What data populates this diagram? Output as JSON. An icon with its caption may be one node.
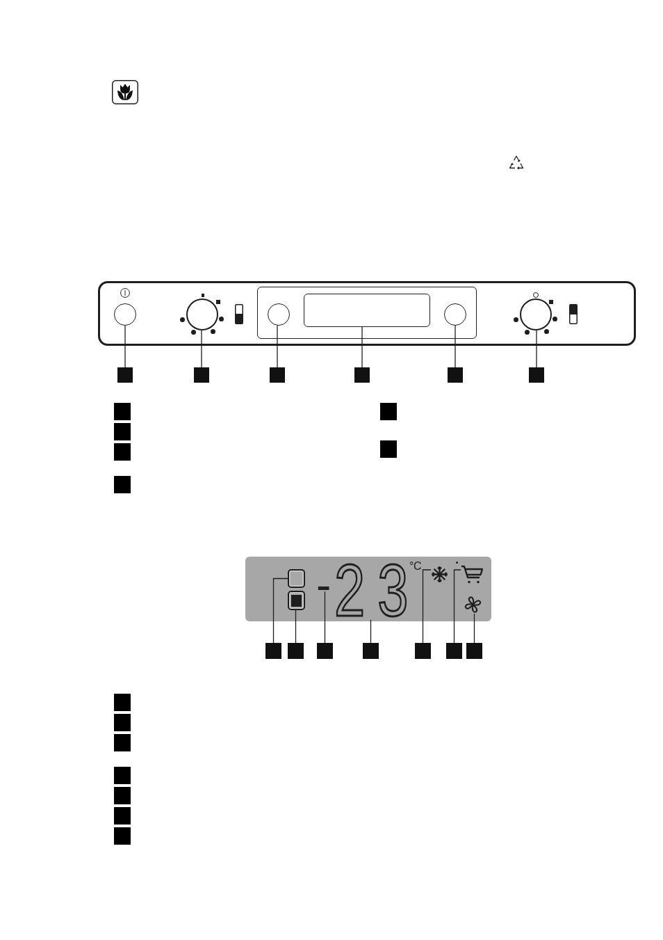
{
  "diagram": {
    "nodes": [
      {
        "text": [],
        "shape": "box"
      },
      {
        "text": [],
        "shape": "circle",
        "in": 0
      },
      {
        "text": [],
        "shape": "circle",
        "in": 0
      },
      {
        "text": [],
        "shape": "box",
        "in": 0
      },
      {
        "text": [],
        "shape": "circle",
        "in": 3
      },
      {
        "text": [],
        "shape": "box",
        "in": 3
      },
      {
        "text": [],
        "shape": "circle",
        "in": 3
      },
      {
        "text": [],
        "shape": "circle",
        "in": 0
      },
      {
        "text": [],
        "shape": "box"
      },
      {
        "text": [],
        "shape": "box"
      },
      {
        "text": [],
        "shape": "box"
      },
      {
        "text": [],
        "shape": "box"
      },
      {
        "text": [],
        "shape": "box"
      },
      {
        "text": [],
        "shape": "box"
      },
      {
        "text": [],
        "shape": "box"
      },
      {
        "text": [],
        "shape": "box"
      },
      {
        "text": [],
        "shape": "box"
      },
      {
        "text": [],
        "shape": "box"
      },
      {
        "text": [],
        "shape": "box"
      },
      {
        "text": [],
        "shape": "box"
      },
      {
        "text": [],
        "shape": "box"
      },
      {
        "text": [],
        "shape": "box",
        "in": 20
      },
      {
        "text": [],
        "shape": "box",
        "in": 20
      },
      {
        "text": [
          "-"
        ],
        "in": 20
      },
      {
        "text": [
          "23"
        ],
        "beside": [
          "°C"
        ],
        "in": 20
      },
      {
        "text": [],
        "shape": "picture",
        "in": 20
      },
      {
        "text": [],
        "shape": "picture",
        "in": 20
      },
      {
        "text": [],
        "shape": "picture",
        "in": 20
      },
      {
        "text": [],
        "shape": "box"
      },
      {
        "text": [],
        "shape": "box"
      },
      {
        "text": [],
        "shape": "box"
      },
      {
        "text": [],
        "shape": "box"
      },
      {
        "text": [],
        "shape": "box"
      },
      {
        "text": [],
        "shape": "box"
      },
      {
        "text": [],
        "shape": "box"
      },
      {
        "text": [],
        "shape": "box"
      },
      {
        "text": [],
        "shape": "box"
      },
      {
        "text": [],
        "shape": "box"
      },
      {
        "text": [],
        "shape": "box"
      },
      {
        "text": [],
        "shape": "box"
      },
      {
        "text": [],
        "shape": "box"
      },
      {
        "text": [],
        "shape": "box"
      }
    ],
    "edges": [
      {
        "from": 8,
        "to": 1,
        "arrow": "none"
      },
      {
        "from": 9,
        "to": 2,
        "arrow": "none"
      },
      {
        "from": 10,
        "to": 4,
        "arrow": "none"
      },
      {
        "from": 11,
        "to": 5,
        "arrow": "none"
      },
      {
        "from": 12,
        "to": 6,
        "arrow": "none"
      },
      {
        "from": 13,
        "to": 7,
        "arrow": "none"
      },
      {
        "from": 28,
        "to": 21,
        "arrow": "none"
      },
      {
        "from": 29,
        "to": 22,
        "arrow": "none"
      },
      {
        "from": 30,
        "to": 23,
        "arrow": "none"
      },
      {
        "from": 31,
        "to": 24,
        "arrow": "none"
      },
      {
        "from": 32,
        "to": 25,
        "arrow": "none"
      },
      {
        "from": 33,
        "to": 26,
        "arrow": "none"
      },
      {
        "from": 34,
        "to": 27,
        "arrow": "none"
      }
    ]
  }
}
